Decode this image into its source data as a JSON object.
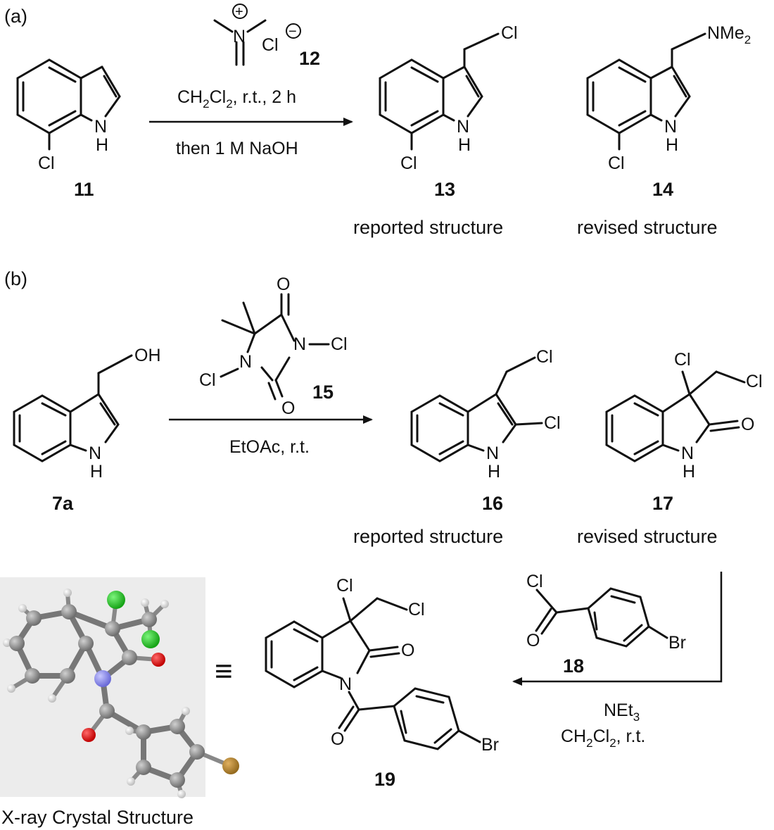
{
  "panel_a": {
    "label": "(a)",
    "reagent_12": {
      "charge_plus": "+",
      "N": "N",
      "Cl": "Cl",
      "charge_minus": "−",
      "number": "12"
    },
    "conditions": {
      "solvent_main": "CH",
      "sub2a": "2",
      "solvent_cl": "Cl",
      "sub2b": "2",
      "solvent_tail": ", r.t., 2 h",
      "workup": "then 1 M NaOH"
    },
    "c11": {
      "NH_N": "N",
      "NH_H": "H",
      "Cl": "Cl",
      "number": "11"
    },
    "c13": {
      "Cl_side": "Cl",
      "NH_N": "N",
      "NH_H": "H",
      "Cl": "Cl",
      "number": "13",
      "caption": "reported structure"
    },
    "c14": {
      "side": "NMe",
      "side_sub": "2",
      "NH_N": "N",
      "NH_H": "H",
      "Cl": "Cl",
      "number": "14",
      "caption": "revised structure"
    }
  },
  "panel_b": {
    "label": "(b)",
    "c7a": {
      "OH": "OH",
      "NH_N": "N",
      "NH_H": "H",
      "number": "7a"
    },
    "reagent_15": {
      "O_top": "O",
      "O_bot": "O",
      "N_right": "N",
      "Cl_right": "Cl",
      "N_left": "N",
      "Cl_left": "Cl",
      "number": "15"
    },
    "conditions": "EtOAc, r.t.",
    "c16": {
      "Cl_side": "Cl",
      "Cl_2": "Cl",
      "NH_N": "N",
      "NH_H": "H",
      "number": "16",
      "caption": "reported structure"
    },
    "c17": {
      "Cl_3": "Cl",
      "Cl_side": "Cl",
      "O": "O",
      "NH_N": "N",
      "NH_H": "H",
      "number": "17",
      "caption": "revised structure"
    },
    "reagent_18": {
      "Cl": "Cl",
      "O": "O",
      "Br": "Br",
      "number": "18"
    },
    "conditions2": {
      "base": "NEt",
      "base_sub": "3",
      "solvent_main": "CH",
      "sub2a": "2",
      "solvent_cl": "Cl",
      "sub2b": "2",
      "solvent_tail": ", r.t."
    },
    "c19": {
      "Cl_3": "Cl",
      "Cl_side": "Cl",
      "O_lactam": "O",
      "N": "N",
      "O_amide": "O",
      "Br": "Br",
      "number": "19"
    },
    "equiv_symbol": "≡",
    "xray_caption": "X-ray Crystal Structure"
  },
  "colors": {
    "carbon": "#8a8a8a",
    "hydrogen": "#f2f2f2",
    "chlorine": "#1fc21f",
    "oxygen": "#e00000",
    "nitrogen": "#8c8cf0",
    "bromine": "#b8862b",
    "panel_bg": "#ececec"
  }
}
